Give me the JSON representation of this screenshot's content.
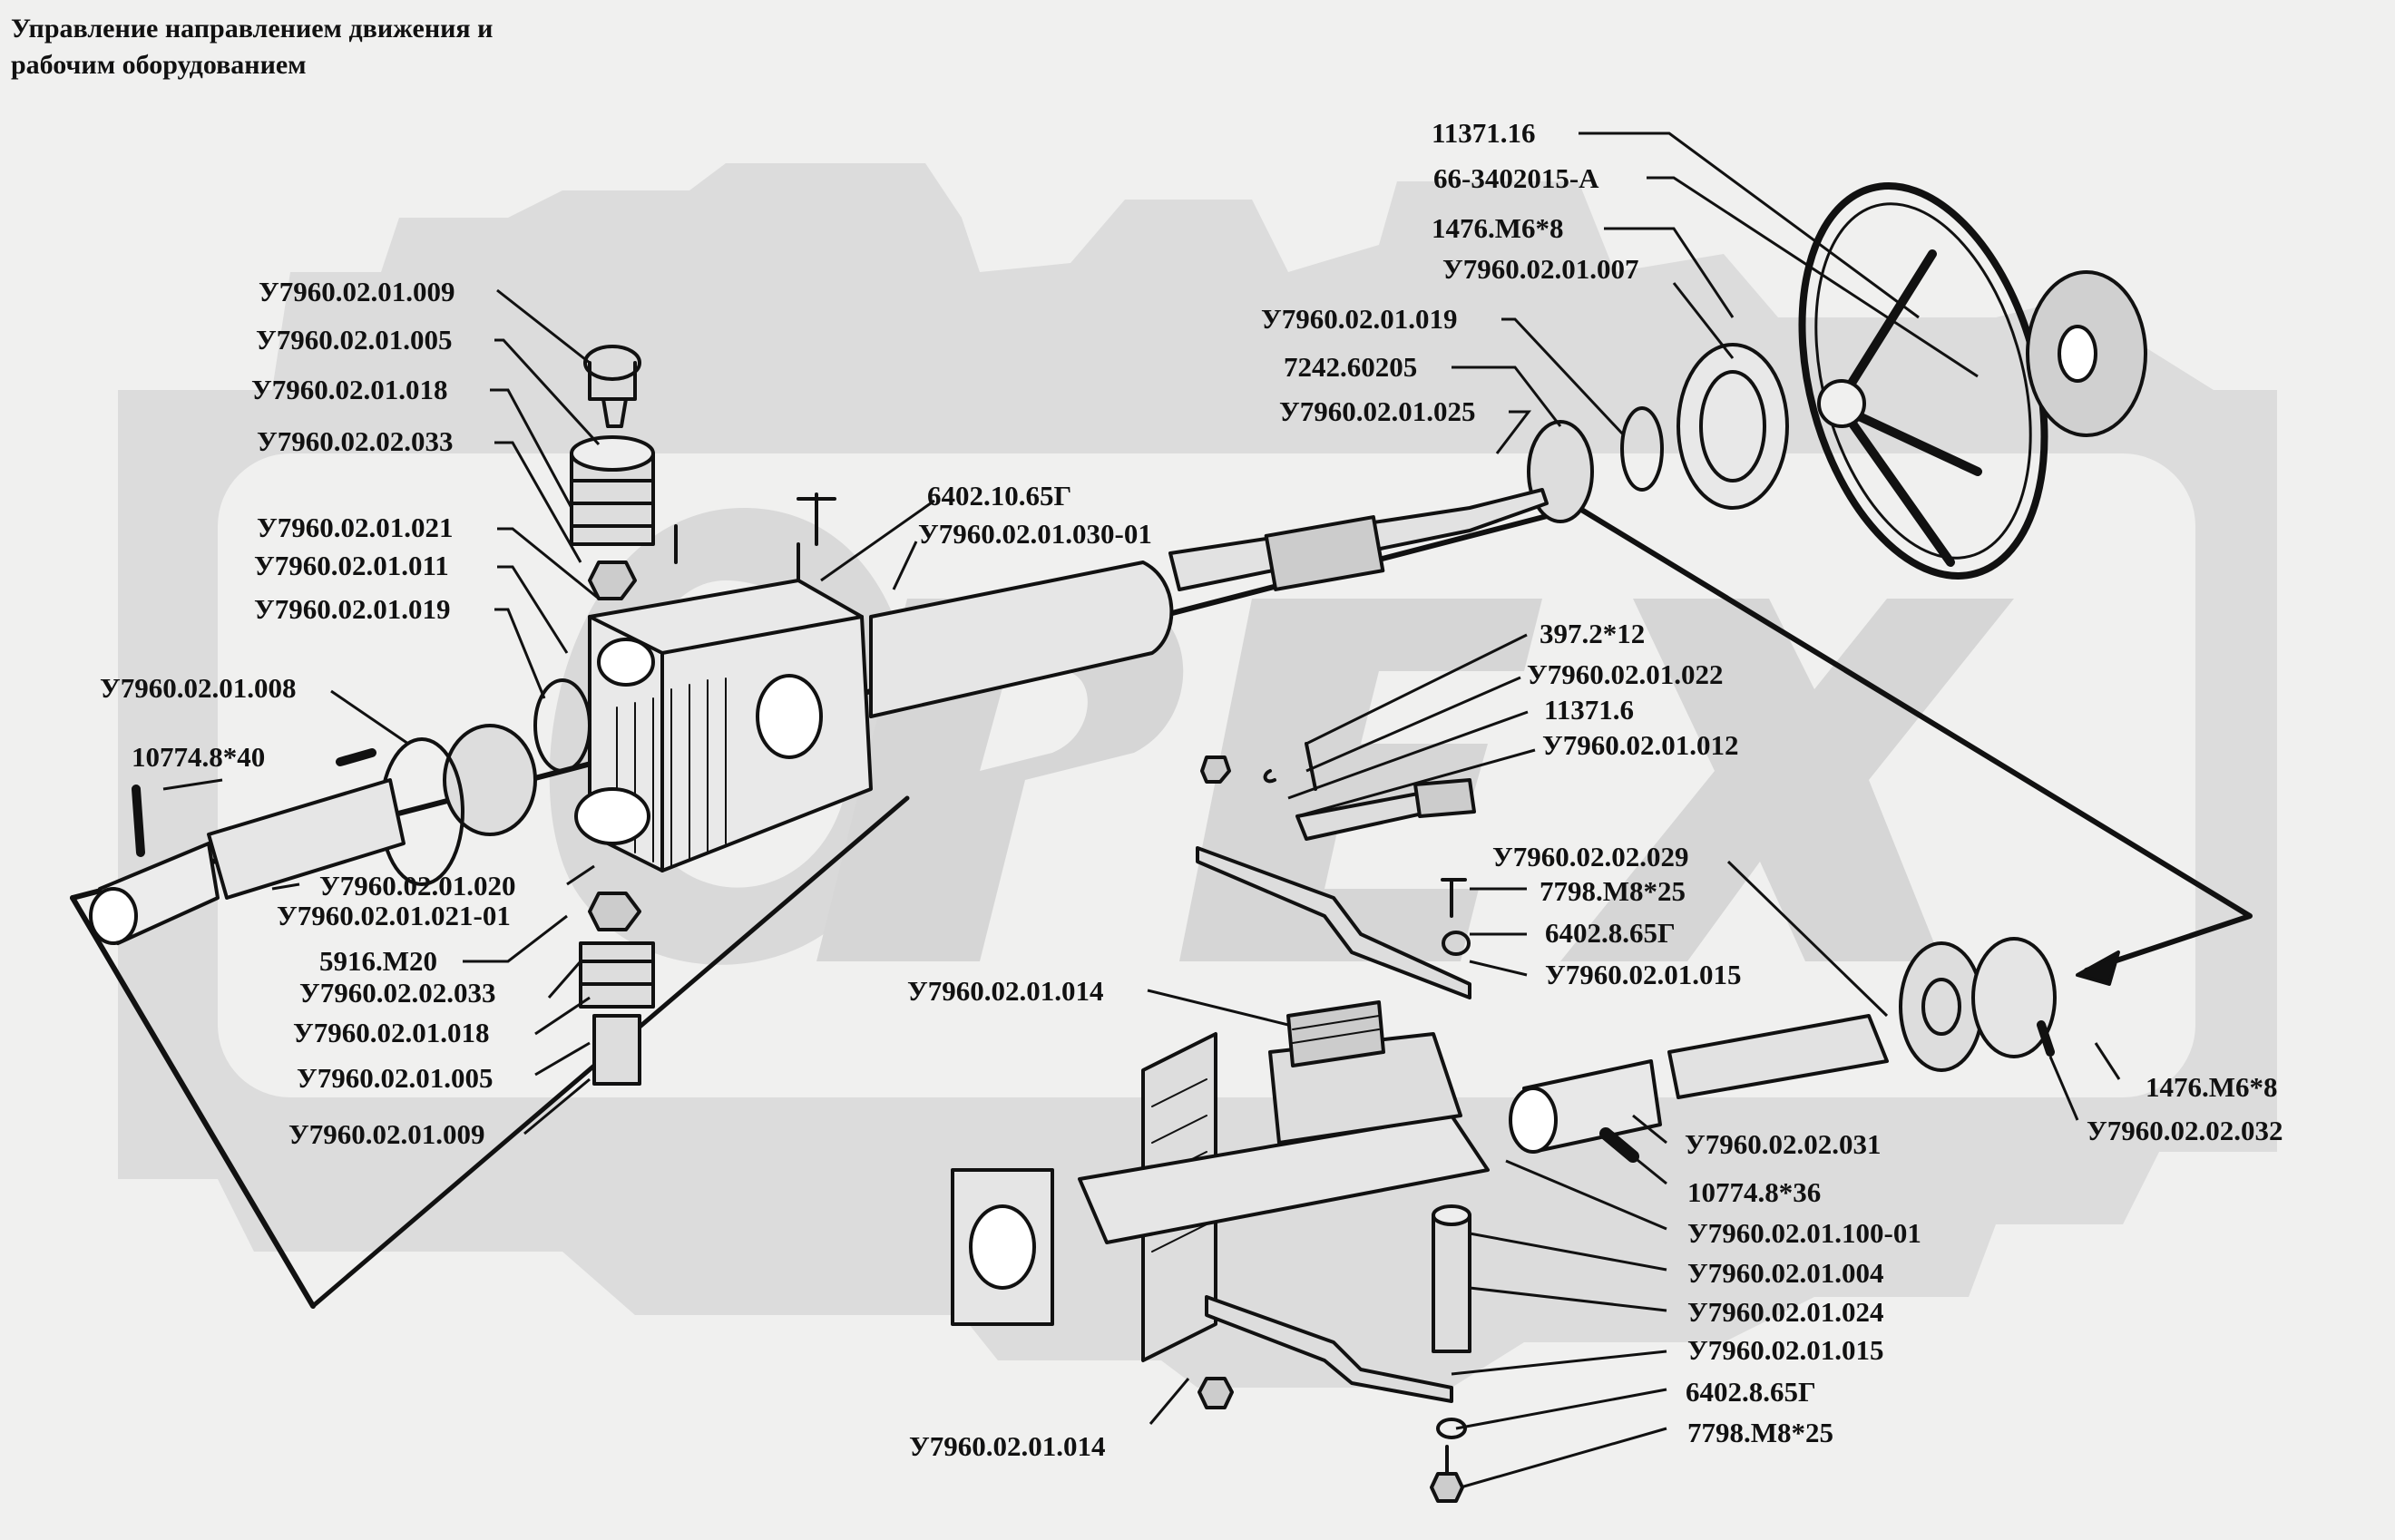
{
  "title": "Управление направлением движения и\nрабочим оборудованием",
  "watermark": {
    "text": "ОРЕХ",
    "color": "#d9d9d9"
  },
  "colors": {
    "background": "#f0f0ef",
    "ink": "#111111",
    "watermark": "#d9d9d9"
  },
  "labels": [
    {
      "id": "l1",
      "text": "11371.16"
    },
    {
      "id": "l2",
      "text": "66-3402015-А"
    },
    {
      "id": "l3",
      "text": "1476.М6*8"
    },
    {
      "id": "l4",
      "text": "У7960.02.01.007"
    },
    {
      "id": "l5",
      "text": "У7960.02.01.019"
    },
    {
      "id": "l6",
      "text": "7242.60205"
    },
    {
      "id": "l7",
      "text": "У7960.02.01.025"
    },
    {
      "id": "l8",
      "text": "У7960.02.01.009"
    },
    {
      "id": "l9",
      "text": "У7960.02.01.005"
    },
    {
      "id": "l10",
      "text": "У7960.02.01.018"
    },
    {
      "id": "l11",
      "text": "У7960.02.02.033"
    },
    {
      "id": "l12",
      "text": "6402.10.65Г"
    },
    {
      "id": "l13",
      "text": "У7960.02.01.030-01"
    },
    {
      "id": "l14",
      "text": "У7960.02.01.021"
    },
    {
      "id": "l15",
      "text": "У7960.02.01.011"
    },
    {
      "id": "l16",
      "text": "У7960.02.01.019"
    },
    {
      "id": "l17",
      "text": "У7960.02.01.008"
    },
    {
      "id": "l18",
      "text": "10774.8*40"
    },
    {
      "id": "l19",
      "text": "У7960.02.01.020"
    },
    {
      "id": "l20",
      "text": "У7960.02.01.021-01"
    },
    {
      "id": "l21",
      "text": "5916.М20"
    },
    {
      "id": "l22",
      "text": "У7960.02.02.033"
    },
    {
      "id": "l23",
      "text": "У7960.02.01.018"
    },
    {
      "id": "l24",
      "text": "У7960.02.01.005"
    },
    {
      "id": "l25",
      "text": "У7960.02.01.009"
    },
    {
      "id": "l26",
      "text": "397.2*12"
    },
    {
      "id": "l27",
      "text": "У7960.02.01.022"
    },
    {
      "id": "l28",
      "text": "11371.6"
    },
    {
      "id": "l29",
      "text": "У7960.02.01.012"
    },
    {
      "id": "l30",
      "text": "У7960.02.02.029"
    },
    {
      "id": "l31",
      "text": "7798.М8*25"
    },
    {
      "id": "l32",
      "text": "6402.8.65Г"
    },
    {
      "id": "l33",
      "text": "У7960.02.01.015"
    },
    {
      "id": "l34",
      "text": "У7960.02.01.014"
    },
    {
      "id": "l35",
      "text": "1476.М6*8"
    },
    {
      "id": "l36",
      "text": "У7960.02.02.032"
    },
    {
      "id": "l37",
      "text": "У7960.02.02.031"
    },
    {
      "id": "l38",
      "text": "10774.8*36"
    },
    {
      "id": "l39",
      "text": "У7960.02.01.100-01"
    },
    {
      "id": "l40",
      "text": "У7960.02.01.004"
    },
    {
      "id": "l41",
      "text": "У7960.02.01.024"
    },
    {
      "id": "l42",
      "text": "У7960.02.01.015"
    },
    {
      "id": "l43",
      "text": "6402.8.65Г"
    },
    {
      "id": "l44",
      "text": "7798.М8*25"
    },
    {
      "id": "l45",
      "text": "У7960.02.01.014"
    }
  ]
}
